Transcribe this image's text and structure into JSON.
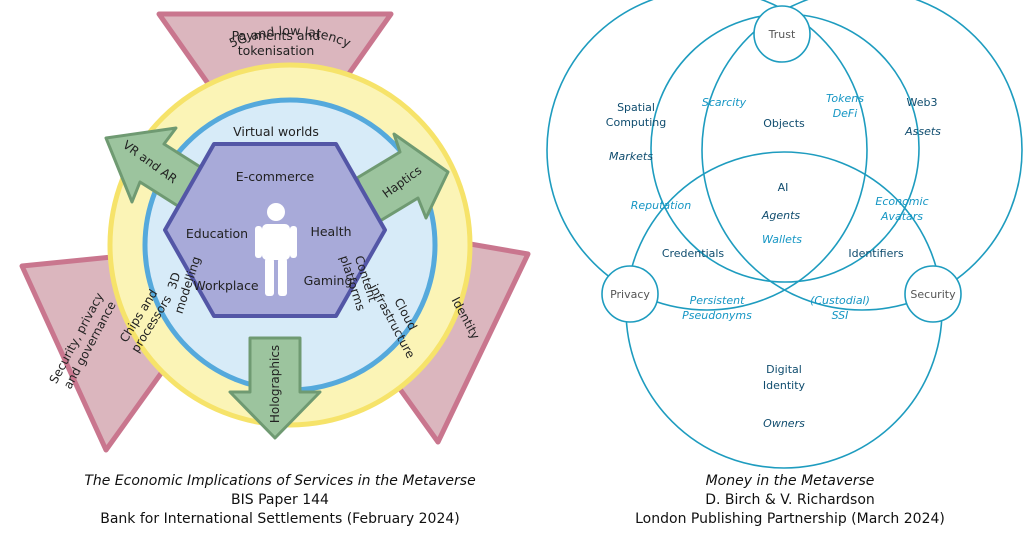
{
  "left_figure": {
    "triangles": [
      "Payments and\ntokenisation",
      "Identity",
      "Security, privacy\nand governance"
    ],
    "yellow_ring": {
      "top": "5G and low latency",
      "right": "Cloud\ninfrastructure",
      "left": "Chips and\nprocessors"
    },
    "blue_ring": {
      "top": "Virtual worlds",
      "right": "Content\nplatforms",
      "left": "3D\nmodelling"
    },
    "arrows": {
      "left": "VR and AR",
      "right": "Haptics",
      "bottom": "Holographics"
    },
    "hexagon": {
      "ecommerce": "E-commerce",
      "education": "Education",
      "health": "Health",
      "workplace": "Workplace",
      "gaming": "Gaming"
    },
    "caption": {
      "title": "The Economic Implications of Services in the Metaverse",
      "line2": "BIS Paper 144",
      "line3": "Bank for International Settlements (February 2024)"
    },
    "colors": {
      "triangle": "#dbb6be",
      "triangle_border": "#c9768e",
      "yellow": "#fbf4b6",
      "yellow_border": "#f6e36a",
      "blue_ring": "#d7ebf8",
      "blue_border": "#55a9dc",
      "arrow": "#9cc49e",
      "arrow_border": "#6f9a72",
      "hexagon": "#a8aad9",
      "hexagon_border": "#5356a6"
    }
  },
  "right_figure": {
    "nodes": {
      "trust": "Trust",
      "privacy": "Privacy",
      "security": "Security"
    },
    "labels": {
      "spatial": "Spatial\nComputing",
      "markets": "Markets",
      "scarcity": "Scarcity",
      "objects": "Objects",
      "tokens": "Tokens\nDeFi",
      "web3": "Web3",
      "assets": "Assets",
      "reputation": "Reputation",
      "ai": "AI",
      "agents": "Agents",
      "wallets": "Wallets",
      "economic": "Economic\nAvatars",
      "credentials": "Credentials",
      "identifiers": "Identifiers",
      "persistent": "Persistent\nPseudonyms",
      "custodial": "(Custodial)\nSSI",
      "digital": "Digital\nIdentity",
      "owners": "Owners"
    },
    "caption": {
      "title": "Money in the Metaverse",
      "line2": "D. Birch & V. Richardson",
      "line3": "London Publishing Partnership (March 2024)"
    },
    "colors": {
      "circle": "#1e9cbf",
      "dark_text": "#0f4c6e",
      "accent_text": "#1596c4",
      "node_text": "#555555"
    }
  }
}
